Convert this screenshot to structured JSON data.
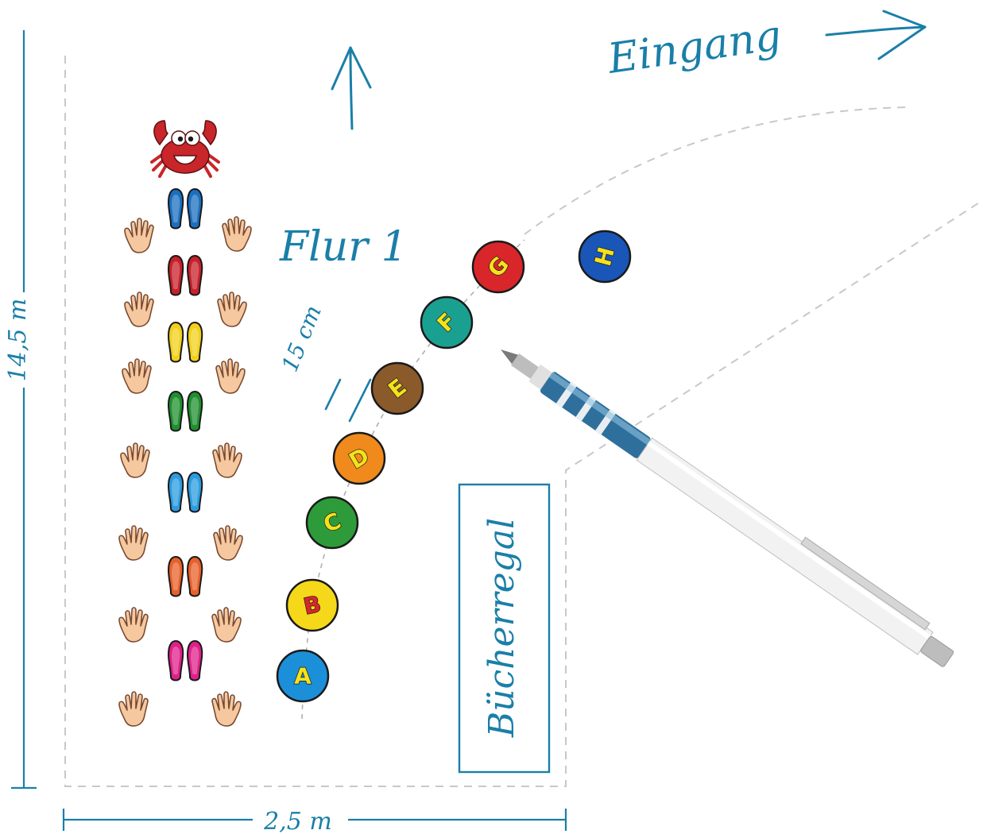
{
  "labels": {
    "height_dim": "14,5 m",
    "width_dim": "2,5 m",
    "entrance": "Eingang",
    "hallway": "Flur 1",
    "spacing": "15 cm",
    "shelf": "Bücherregal"
  },
  "circles": [
    {
      "letter": "A",
      "fill": "#1b8fd8",
      "text_color": "#f5e21a"
    },
    {
      "letter": "B",
      "fill": "#f5d81a",
      "text_color": "#d8262a"
    },
    {
      "letter": "C",
      "fill": "#2e9b3a",
      "text_color": "#f5e21a"
    },
    {
      "letter": "D",
      "fill": "#f08a1c",
      "text_color": "#f5e21a"
    },
    {
      "letter": "E",
      "fill": "#8a5a2b",
      "text_color": "#f5e21a"
    },
    {
      "letter": "F",
      "fill": "#1aa090",
      "text_color": "#f5e21a"
    },
    {
      "letter": "G",
      "fill": "#d8262a",
      "text_color": "#f5e21a"
    },
    {
      "letter": "H",
      "fill": "#1a55b8",
      "text_color": "#f5e21a"
    }
  ],
  "footprints": [
    {
      "color": "#1a6fc0"
    },
    {
      "color": "#c8202a"
    },
    {
      "color": "#f2d01a"
    },
    {
      "color": "#1f8f2e"
    },
    {
      "color": "#2a9be0"
    },
    {
      "color": "#e8602a"
    },
    {
      "color": "#e0208a"
    }
  ],
  "colors": {
    "accent": "#1a7fa8",
    "dashed": "#c8c8c8",
    "hand_fill": "#f5c8a0",
    "hand_stroke": "#7a4a30",
    "crab": "#c8262a"
  }
}
